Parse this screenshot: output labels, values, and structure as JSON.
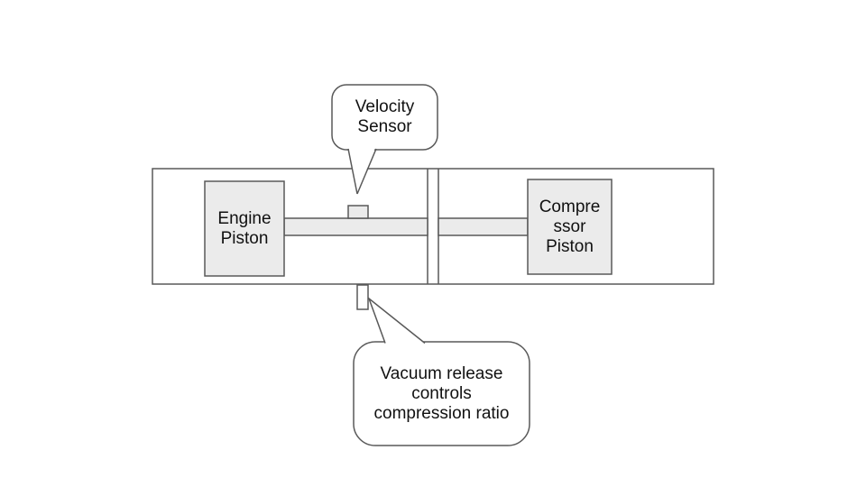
{
  "colors": {
    "stroke": "#595959",
    "shape_fill": "#ebebeb",
    "background": "#ffffff",
    "text": "#111111"
  },
  "diagram": {
    "engine_piston": {
      "label": "Engine\nPiston"
    },
    "compressor_piston": {
      "label": "Compre\nssor\nPiston"
    },
    "velocity_callout": {
      "label": "Velocity\nSensor"
    },
    "vacuum_callout": {
      "label": "Vacuum release\ncontrols\ncompression ratio"
    }
  }
}
